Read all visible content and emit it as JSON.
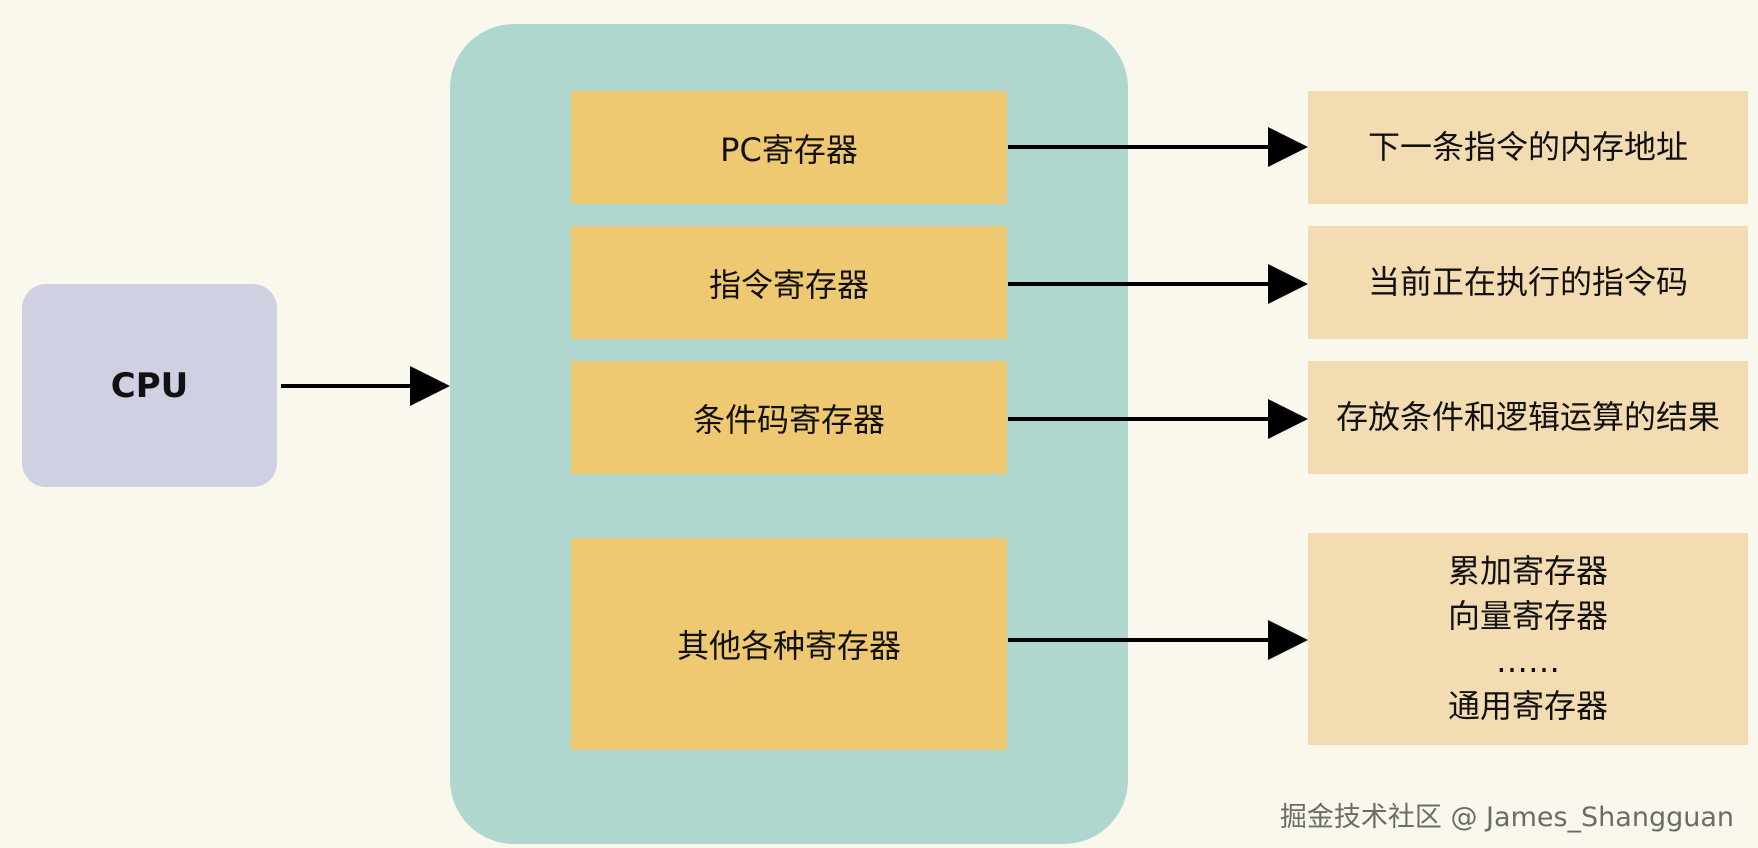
{
  "cpu": {
    "label": "CPU"
  },
  "registers": [
    {
      "label": "PC寄存器",
      "description": [
        "下一条指令的内存地址"
      ]
    },
    {
      "label": "指令寄存器",
      "description": [
        "当前正在执行的指令码"
      ]
    },
    {
      "label": "条件码寄存器",
      "description": [
        "存放条件和逻辑运算的结果"
      ]
    },
    {
      "label": "其他各种寄存器",
      "description": [
        "累加寄存器",
        "向量寄存器",
        "……",
        "通用寄存器"
      ]
    }
  ],
  "watermark": "掘金技术社区 @ James_Shangguan",
  "colors": {
    "background": "#faf8ec",
    "cpu_fill": "#cfd0e2",
    "container_fill": "#b0d7cf",
    "register_fill": "#efc972",
    "description_fill": "#f3dcb1",
    "arrow": "#000000"
  }
}
